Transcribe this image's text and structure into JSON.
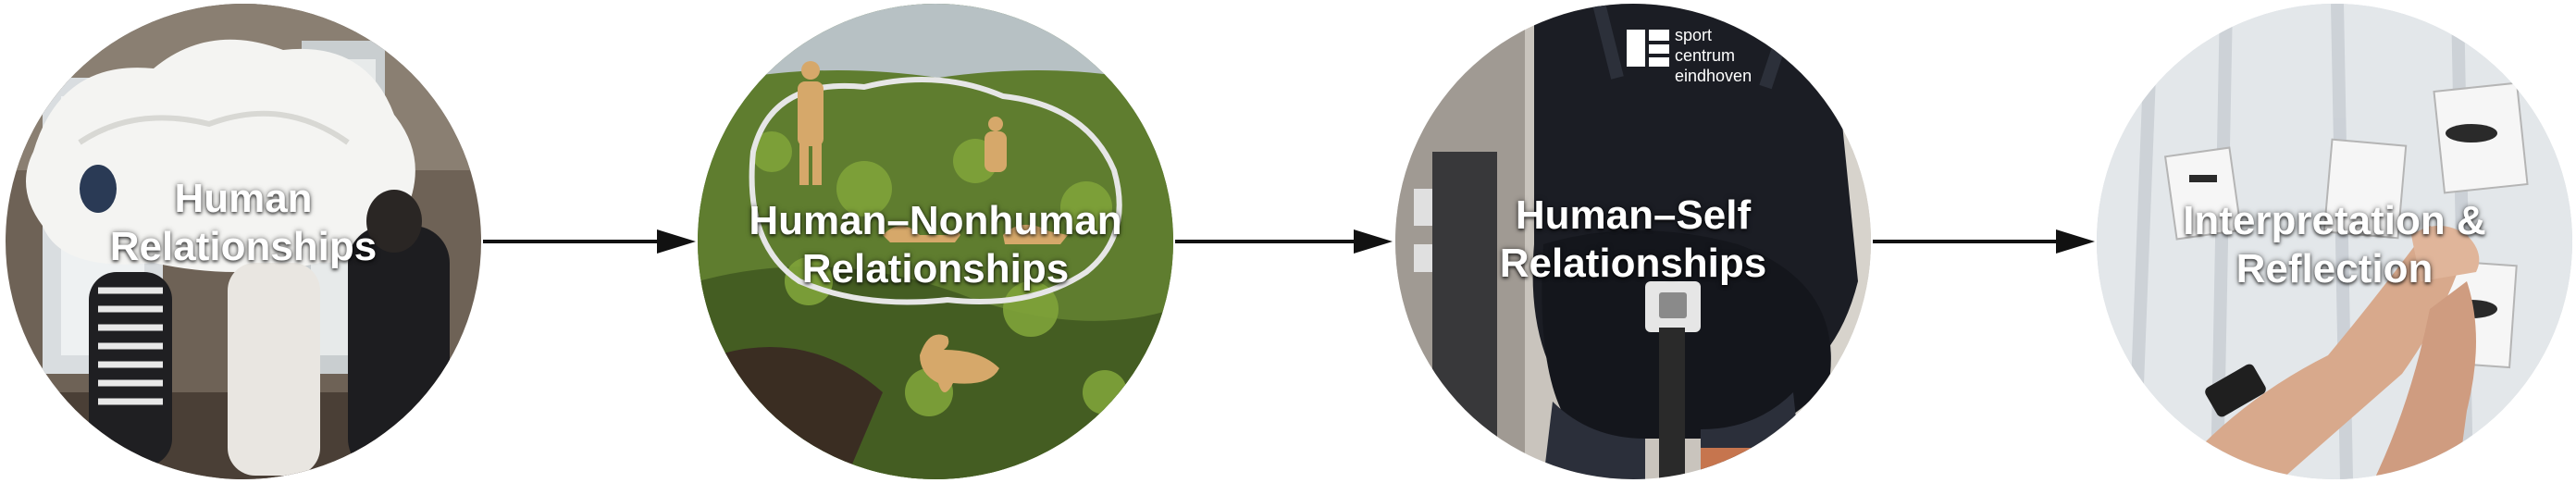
{
  "nodes": [
    {
      "label": "Human\nRelationships"
    },
    {
      "label": "Human–Nonhuman\nRelationships"
    },
    {
      "label": "Human–Self\nRelationships",
      "shirt_text": [
        "sport",
        "centrum",
        "eindhoven"
      ]
    },
    {
      "label": "Interpretation &\nReflection"
    }
  ],
  "colors": {
    "arrow": "#111111",
    "label": "#ffffff",
    "background": "#ffffff"
  },
  "icons": [
    "arrow-right-icon",
    "sport-centrum-logo"
  ]
}
